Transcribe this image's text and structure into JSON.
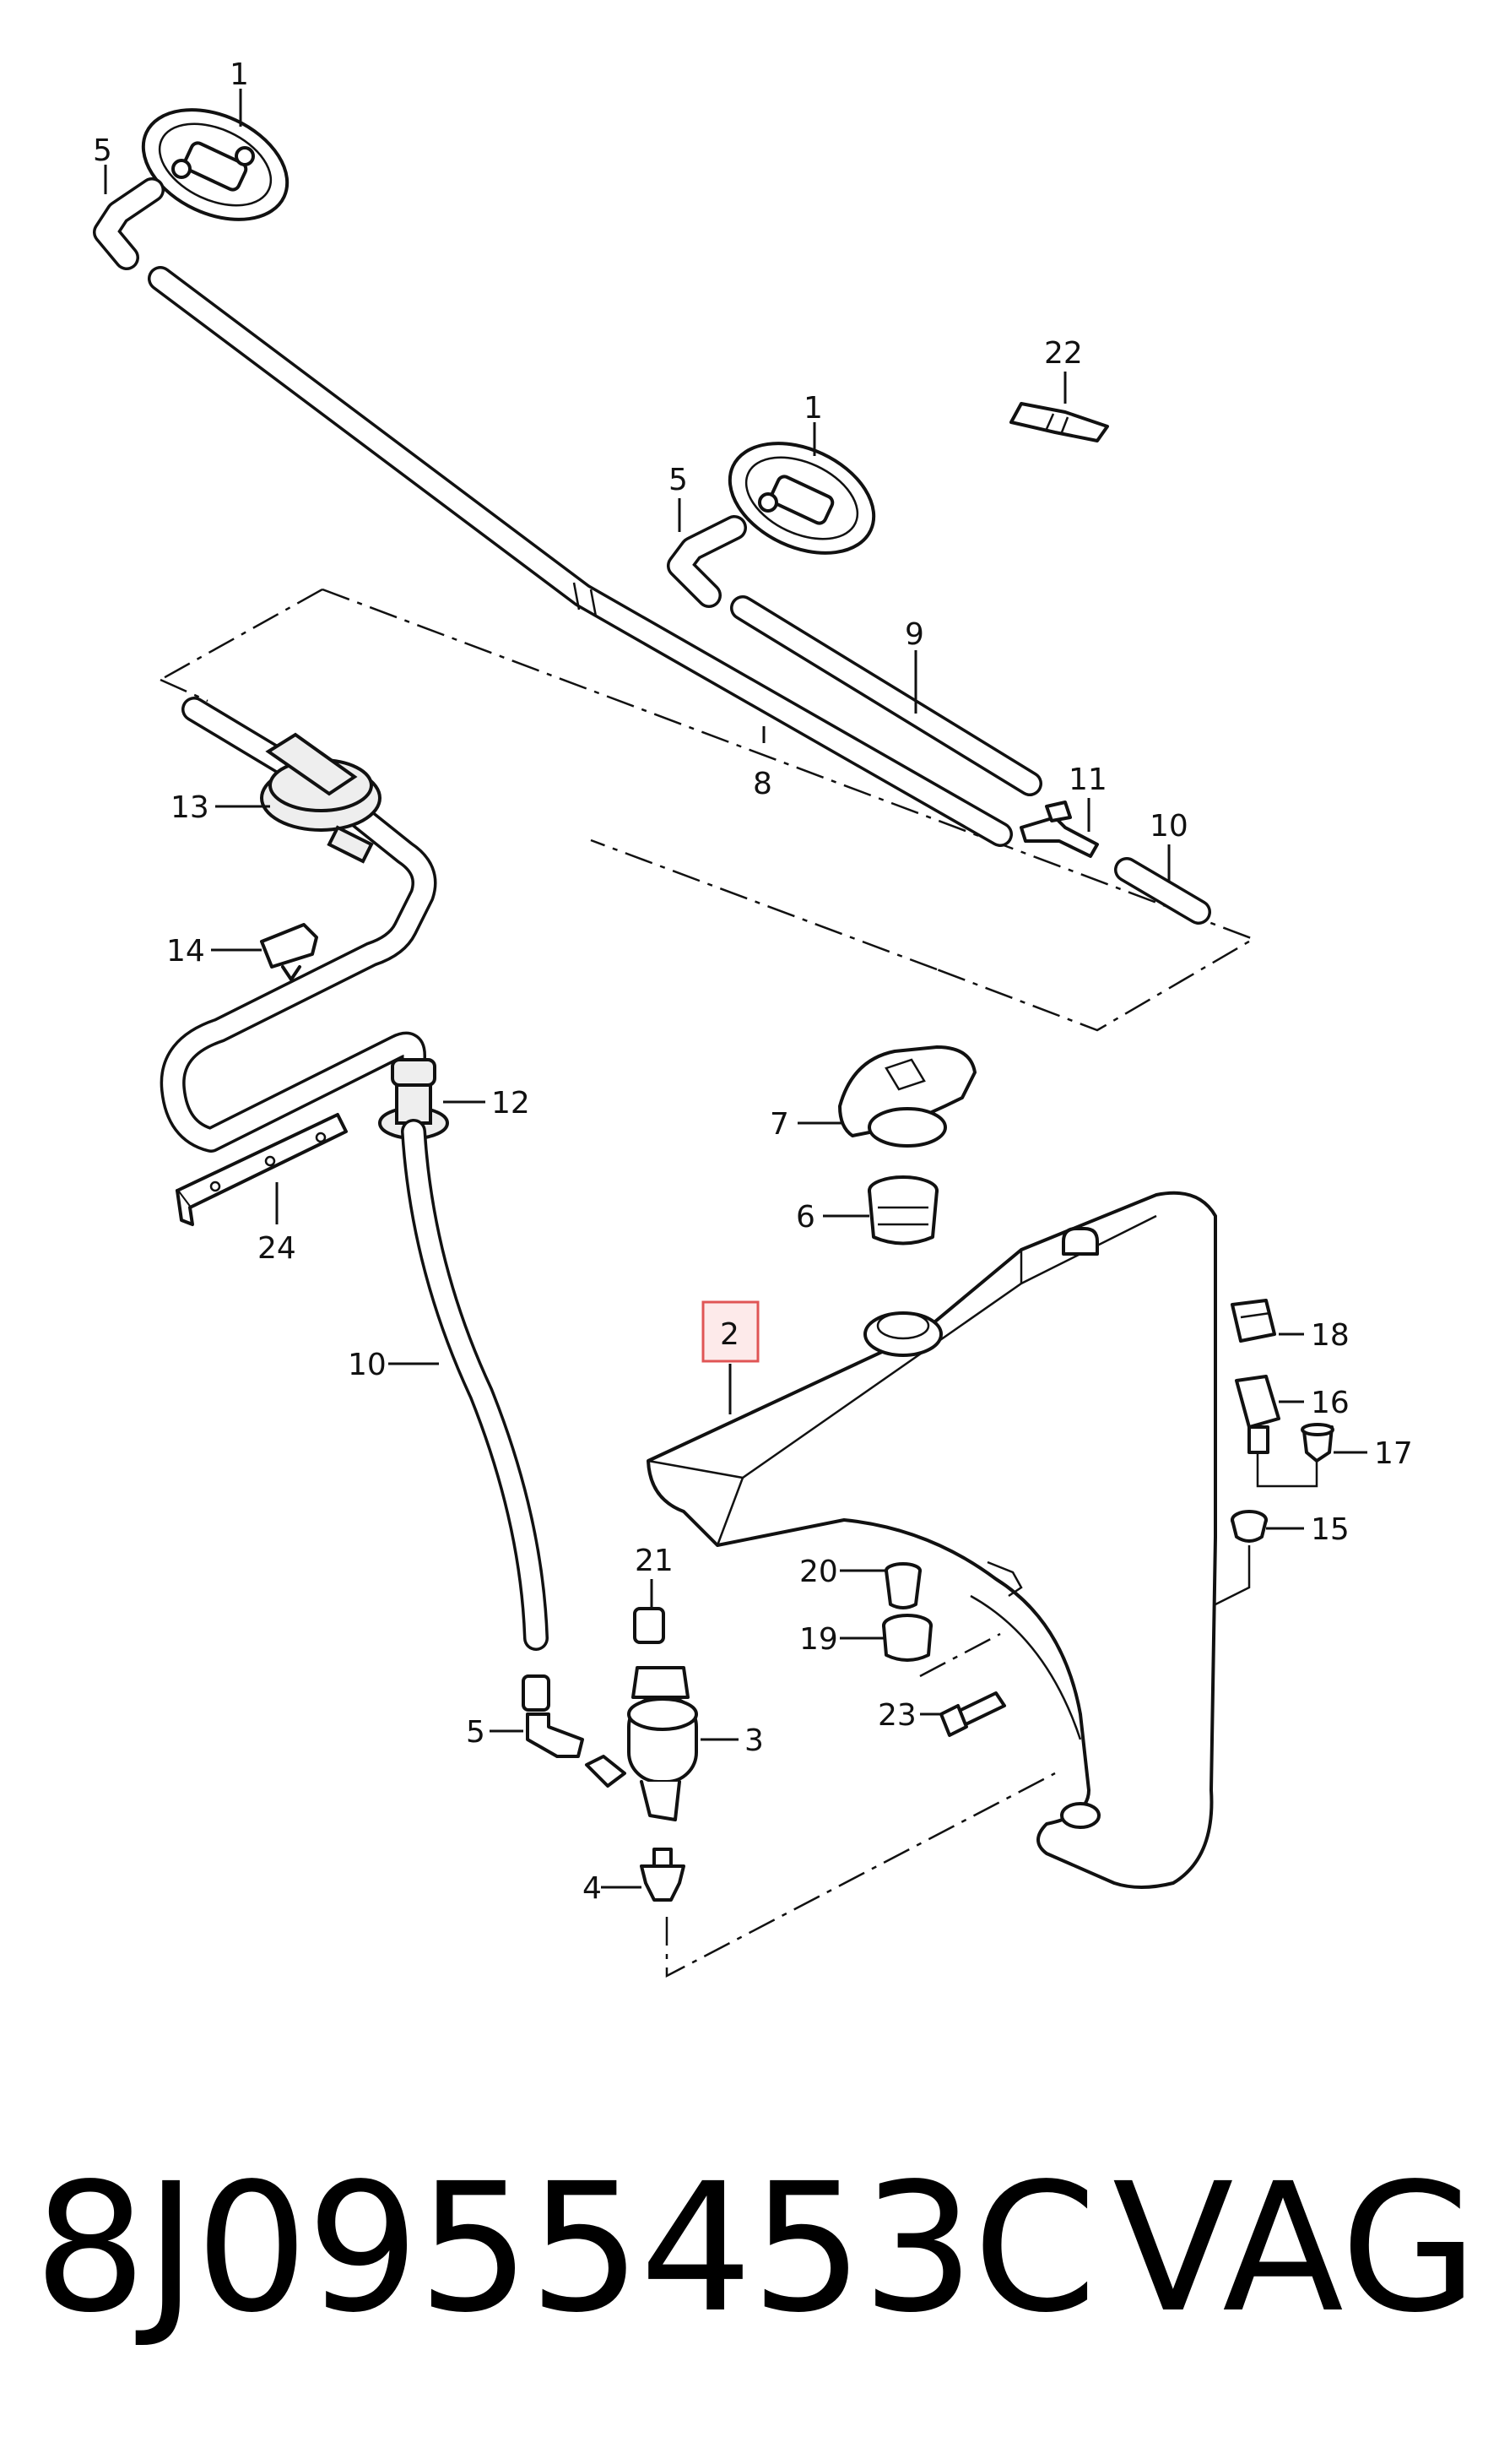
{
  "callouts": {
    "c1_top": "1",
    "c5_top": "5",
    "c22": "22",
    "c1_mid": "1",
    "c5_mid": "5",
    "c9": "9",
    "c8": "8",
    "c11": "11",
    "c10_right": "10",
    "c13": "13",
    "c14": "14",
    "c12": "12",
    "c24": "24",
    "c7": "7",
    "c6": "6",
    "c2": "2",
    "c18": "18",
    "c16": "16",
    "c17": "17",
    "c15": "15",
    "c10_left": "10",
    "c21": "21",
    "c20": "20",
    "c19": "19",
    "c23": "23",
    "c5_bottom": "5",
    "c3": "3",
    "c4": "4"
  },
  "caption": {
    "part_number": "8J0955453C",
    "brand": "VAG"
  },
  "colors": {
    "line": "#111111",
    "highlight_fill": "#fdeaea",
    "highlight_stroke": "#e05555"
  }
}
